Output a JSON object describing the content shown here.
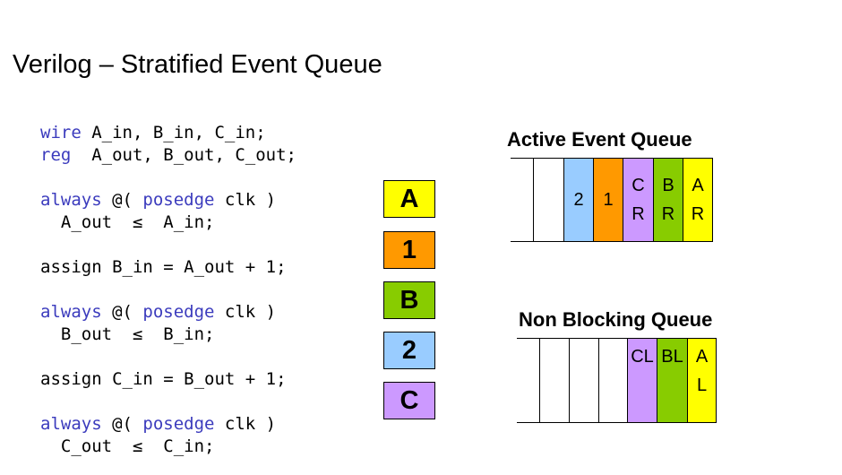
{
  "title": "Verilog – Stratified Event Queue",
  "code": {
    "l1_kw": "wire",
    "l1_rest": " A_in, B_in, C_in;",
    "l2_kw": "reg",
    "l2_rest": "  A_out, B_out, C_out;",
    "b1_kw1": "always",
    "b1_mid1": " @( ",
    "b1_kw2": "posedge",
    "b1_mid2": " clk )",
    "b1_body": "  A_out  ≤  A_in;",
    "a1": "assign B_in = A_out + 1;",
    "b2_kw1": "always",
    "b2_mid1": " @( ",
    "b2_kw2": "posedge",
    "b2_mid2": " clk )",
    "b2_body": "  B_out  ≤  B_in;",
    "a2": "assign C_in = B_out + 1;",
    "b3_kw1": "always",
    "b3_mid1": " @( ",
    "b3_kw2": "posedge",
    "b3_mid2": " clk )",
    "b3_body": "  C_out  ≤  C_in;"
  },
  "event_boxes": [
    {
      "label": "A",
      "color": "#ffff00"
    },
    {
      "label": "1",
      "color": "#ff9900"
    },
    {
      "label": "B",
      "color": "#88cc00"
    },
    {
      "label": "2",
      "color": "#99ccff"
    },
    {
      "label": "C",
      "color": "#cc99ff"
    }
  ],
  "active_queue": {
    "title": "Active Event Queue",
    "cells": [
      {
        "line1": "",
        "line2": "",
        "color": "#ffffff"
      },
      {
        "line1": "2",
        "line2": "",
        "color": "#99ccff"
      },
      {
        "line1": "1",
        "line2": "",
        "color": "#ff9900"
      },
      {
        "line1": "C",
        "line2": "R",
        "color": "#cc99ff"
      },
      {
        "line1": "B",
        "line2": "R",
        "color": "#88cc00"
      },
      {
        "line1": "A",
        "line2": "R",
        "color": "#ffff00"
      }
    ]
  },
  "nonblocking_queue": {
    "title": "Non Blocking Queue",
    "cells": [
      {
        "line1": "",
        "line2": "",
        "color": "#ffffff"
      },
      {
        "line1": "",
        "line2": "",
        "color": "#ffffff"
      },
      {
        "line1": "",
        "line2": "",
        "color": "#ffffff"
      },
      {
        "line1": "CL",
        "line2": "",
        "color": "#cc99ff"
      },
      {
        "line1": "BL",
        "line2": "",
        "color": "#88cc00"
      },
      {
        "line1": "A",
        "line2": "L",
        "color": "#ffff00"
      }
    ]
  }
}
